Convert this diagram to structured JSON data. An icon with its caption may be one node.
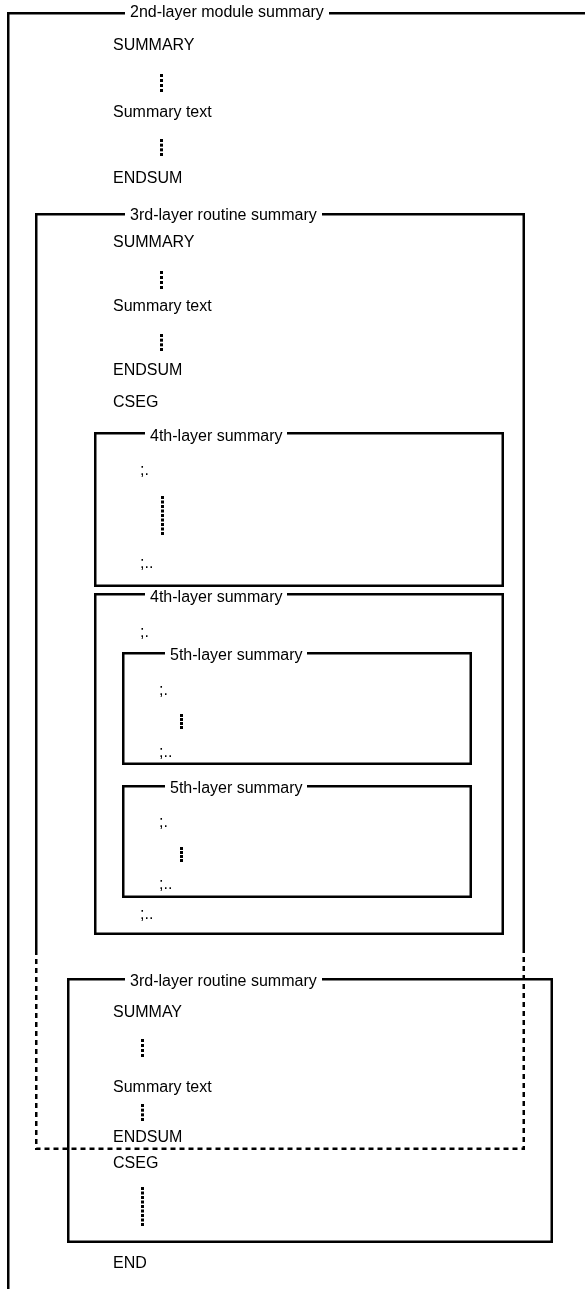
{
  "diagram": {
    "nodes": [
      {
        "text": [
          "2nd-layer module summary",
          "SUMMARY",
          "Summary text",
          "ENDSUM",
          "END"
        ]
      },
      {
        "text": [
          "3rd-layer routine summary",
          "SUMMARY",
          "Summary text",
          "ENDSUM",
          "CSEG"
        ],
        "in": 0
      },
      {
        "text": [
          "4th-layer summary",
          ";.",
          ";.."
        ],
        "in": 1
      },
      {
        "text": [
          "4th-layer summary",
          ";.",
          ";.."
        ],
        "in": 1
      },
      {
        "text": [
          "5th-layer summary",
          ";.",
          ";.."
        ],
        "in": 3
      },
      {
        "text": [
          "5th-layer summary",
          ";.",
          ";.."
        ],
        "in": 3
      },
      {
        "text": [
          "3rd-layer routine summary",
          "SUMMAY",
          "Summary text",
          "ENDSUM",
          "CSEG"
        ],
        "in": 0
      }
    ]
  }
}
